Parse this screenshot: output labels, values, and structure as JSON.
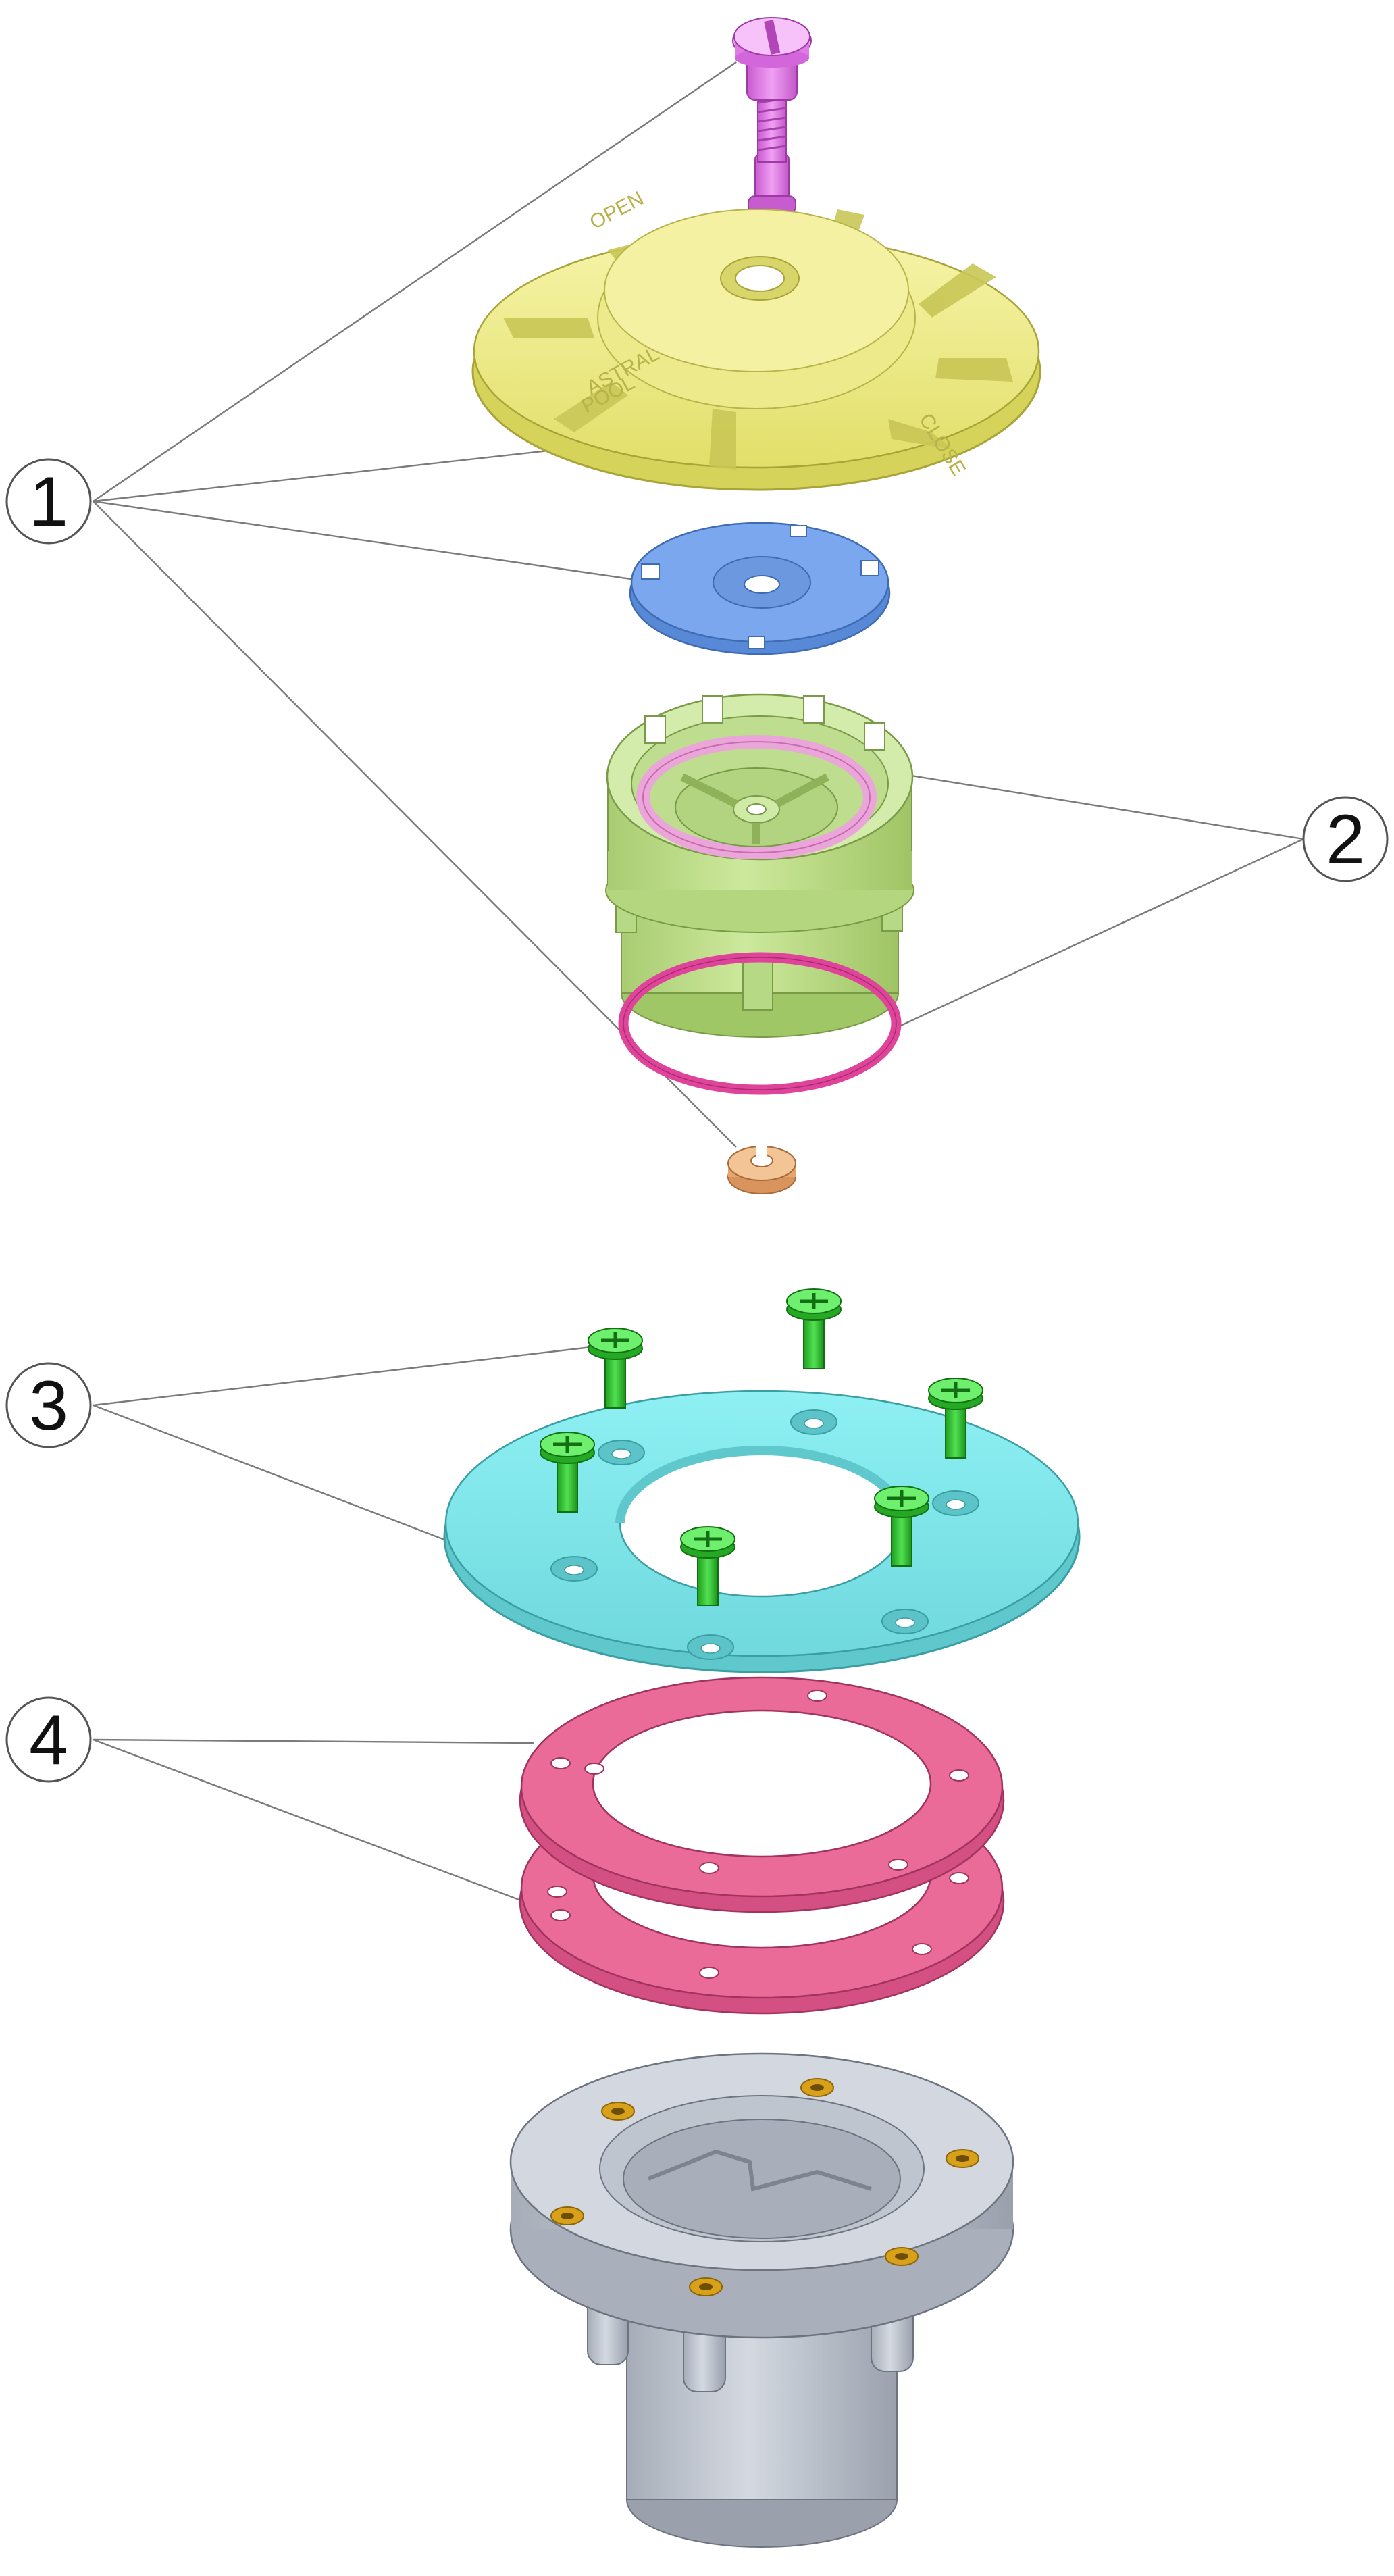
{
  "callouts": [
    {
      "label": "1"
    },
    {
      "label": "2"
    },
    {
      "label": "3"
    },
    {
      "label": "4"
    }
  ],
  "embossed_text": {
    "open": "OPEN",
    "close": "CLOSE",
    "brand_top": "ASTRAL",
    "brand_bottom": "POOL"
  },
  "colors": {
    "screw_pink": "#e07ae6",
    "cover_yellow": "#f2ef8a",
    "disc_blue": "#6f9ee8",
    "body_green": "#bfe08a",
    "oring_pink": "#e0449a",
    "clip_peach": "#eab07a",
    "screw_green": "#2ec52e",
    "flange_cyan": "#7fe8ec",
    "gasket_pink": "#ea6a98",
    "housing_grey": "#c4cad4",
    "insert_brass": "#d9a11a"
  }
}
